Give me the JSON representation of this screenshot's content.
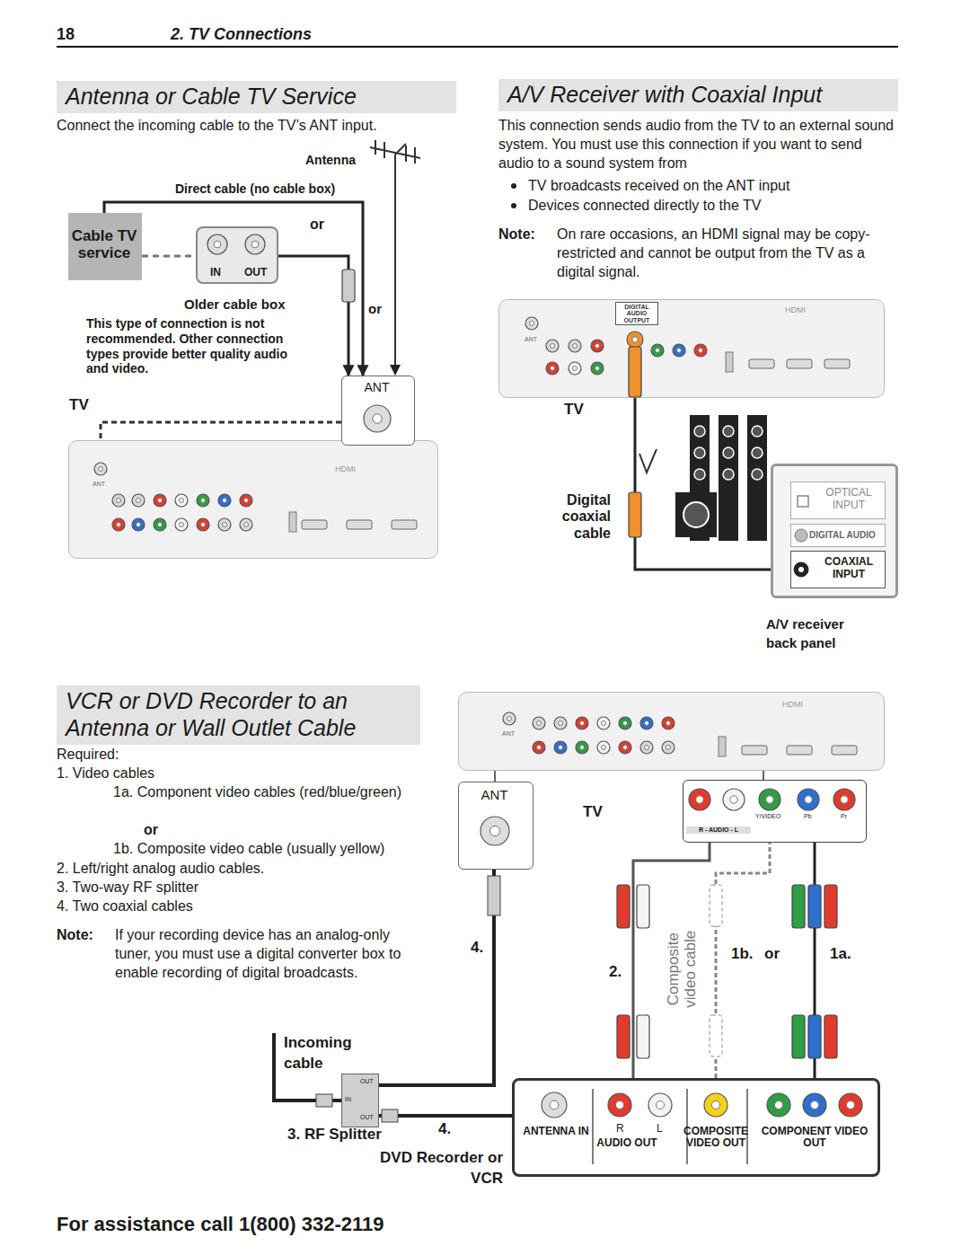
{
  "diagram": {
    "nodes": [
      {
        "text": [
          "Antenna or Cable TV Service"
        ]
      },
      {
        "text": [
          "A/V Receiver with Coaxial Input"
        ]
      },
      {
        "text": [
          "VCR or DVD Recorder to an Antenna or Wall Outlet Cable"
        ]
      },
      {
        "text": [
          "Cable TV service"
        ]
      },
      {
        "text": [
          "IN",
          "OUT"
        ]
      },
      {
        "text": [
          "TV",
          "ANT",
          "HDMI"
        ]
      },
      {
        "text": [
          "ANT"
        ]
      },
      {
        "text": [
          "ANT",
          "DIGITAL AUDIO OUTPUT",
          "HDMI",
          "TV"
        ]
      },
      {
        "text": [
          "A/V receiver back panel"
        ]
      },
      {
        "text": [
          "OPTICAL INPUT"
        ],
        "in": 8
      },
      {
        "text": [
          "DIGITAL AUDIO"
        ],
        "in": 8
      },
      {
        "text": [
          "COAXIAL INPUT"
        ],
        "in": 8
      },
      {
        "text": [
          "ANT",
          "HDMI",
          "TV"
        ]
      },
      {
        "text": [
          "ANT"
        ]
      },
      {
        "text": [
          "Y/VIDEO",
          "Pb",
          "Pr",
          "R - AUDIO - L"
        ]
      },
      {
        "text": [
          "OUT",
          "IN",
          "OUT"
        ]
      },
      {
        "text": [
          "ANTENNA IN",
          "R",
          "L",
          "AUDIO OUT",
          "COMPOSITE VIDEO OUT",
          "COMPONENT VIDEO OUT",
          "DVD Recorder or VCR"
        ]
      }
    ],
    "edges": [
      {
        "from": 3,
        "to": 4,
        "arrow": "none"
      },
      {
        "from": 3,
        "to": 6,
        "label": "Direct cable (no cable box)",
        "arrow": "to"
      },
      {
        "from": 4,
        "to": 6,
        "arrow": "to"
      },
      {
        "from": 6,
        "to": 5,
        "arrow": "none"
      },
      {
        "from": 7,
        "to": 11,
        "label": "Digital coaxial cable",
        "arrow": "to"
      },
      {
        "from": 13,
        "to": 12,
        "arrow": "none"
      },
      {
        "from": 14,
        "to": 12,
        "arrow": "none"
      },
      {
        "from": 15,
        "to": 13,
        "label": "4.",
        "arrow": "none"
      },
      {
        "from": 15,
        "to": 16,
        "label": "4.",
        "arrow": "none"
      },
      {
        "from": 16,
        "to": 14,
        "label": "2.",
        "arrow": "none"
      },
      {
        "from": 16,
        "to": 14,
        "label": "1b.",
        "arrow": "none"
      },
      {
        "from": 16,
        "to": 14,
        "label": "1a.",
        "arrow": "none"
      }
    ],
    "labels": [
      "18",
      "2. TV Connections",
      "Connect the incoming cable to the TV’s ANT input.",
      "Antenna",
      "or",
      "Older cable box",
      "or",
      "This type of connection is not recommended. Other connection types provide better quality audio and video.",
      "This connection sends audio from the TV to an external sound system. You must use this connection if you want to send audio to a sound system from",
      "TV broadcasts received on the ANT input",
      "Devices connected directly to the TV",
      "Note:",
      "On rare occasions, an HDMI signal may be copy-restricted and cannot be output from the TV as a digital signal.",
      "Required:",
      "1. Video cables",
      "1a. Component video cables (red/blue/green)",
      "or",
      "1b. Composite video cable (usually yellow)",
      "2. Left/right analog audio cables.",
      "3. Two-way RF splitter",
      "4. Two coaxial cables",
      "Note:",
      "If your recording device has an analog-only tuner, you must use a digital converter box to enable recording of digital broadcasts.",
      "Incoming cable",
      "3. RF Splitter",
      "Composite video cable",
      "or",
      "For assistance call 1(800) 332-2119"
    ]
  }
}
